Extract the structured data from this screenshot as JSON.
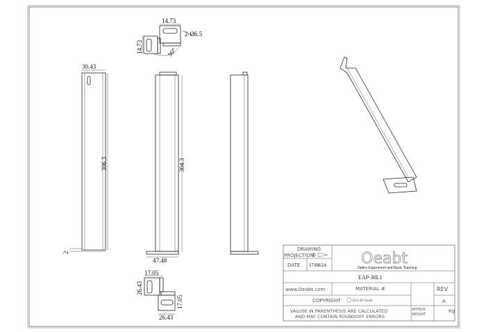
{
  "drawing": {
    "top_detail": {
      "width": "14.73",
      "height": "14.73",
      "holes": "2-Ø6.5",
      "angle": "90°"
    },
    "view_front": {
      "width": "30.43",
      "length": "306.3",
      "thickness": "2"
    },
    "view_side": {
      "length": "304.3",
      "base_width": "47.48"
    },
    "bottom_detail": {
      "width": "17.05",
      "height_left": "26.43",
      "height_right": "17.05",
      "width_bottom": "26.43"
    }
  },
  "title_block": {
    "drawing_label": "DRAWING",
    "projection_label": "PROJECTION",
    "date_label": "DATE",
    "date_value": "17/08/24",
    "logo_text": "Oeabt",
    "logo_tagline": "Optics Experiment and Basic Teaching",
    "part_number": "EAP-30L1",
    "website": "www.Oeabt.com",
    "material_label": "MATERIAL #",
    "rev_label": "REV",
    "rev_value": "A",
    "copyright": "COPYRIGHT",
    "copyright_year": "2024 BY Oeabt",
    "note_line1": "VALUSE IN PARENTHESIS ARE CALCULATED",
    "note_line2": "AND MAY CONTAIN ROUNDOFF ERRORS",
    "weight_label_1": "APPROX",
    "weight_label_2": "WEIGHT",
    "weight_unit": "Kg"
  }
}
